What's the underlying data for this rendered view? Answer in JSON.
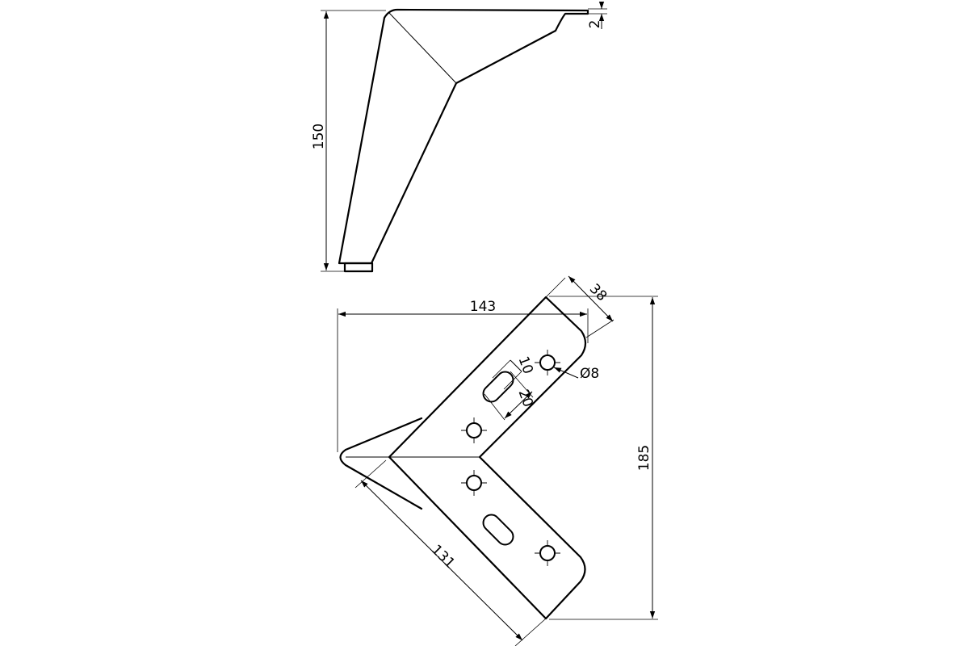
{
  "dimensions": {
    "side_height": "150",
    "top_offset": "2",
    "overall_width": "143",
    "arm_width": "38",
    "slot_width": "10",
    "slot_length": "20",
    "hole_diameter": "Ø8",
    "overall_height": "185",
    "arm_length": "131"
  },
  "colors": {
    "line": "#000000",
    "background": "#ffffff"
  }
}
